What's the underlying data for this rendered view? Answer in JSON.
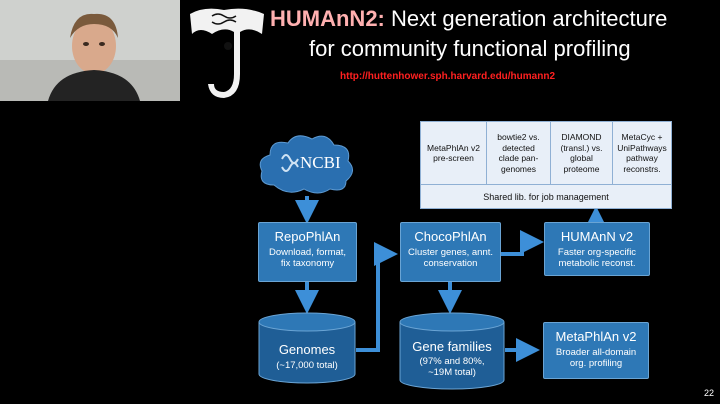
{
  "title": {
    "strong": "HUMAnN2:",
    "line1_rest": " Next generation architecture",
    "line2": "for community functional profiling"
  },
  "url": "http://huttenhower.sph.harvard.edu/humann2",
  "ncbi": "NCBI",
  "boxes": {
    "repophlan": {
      "title": "RepoPhlAn",
      "sub1": "Download, format,",
      "sub2": "fix taxonomy"
    },
    "chocophlan": {
      "title": "ChocoPhlAn",
      "sub1": "Cluster genes, annt.",
      "sub2": "conservation"
    },
    "humann": {
      "title": "HUMAnN v2",
      "sub1": "Faster org-specific",
      "sub2": "metabolic reconst."
    },
    "metaphlan": {
      "title": "MetaPhlAn v2",
      "sub1": "Broader all-domain",
      "sub2": "org. profiling"
    }
  },
  "cylinders": {
    "genomes": {
      "title": "Genomes",
      "sub1": "(~17,000 total)"
    },
    "genefamilies": {
      "title": "Gene families",
      "sub1": "(97% and 80%,",
      "sub2": "~19M total)"
    }
  },
  "pipeline": {
    "cells": [
      {
        "l1": "MetaPhlAn v2",
        "l2": "pre-screen",
        "l3": "",
        "l4": ""
      },
      {
        "l1": "bowtie2 vs.",
        "l2": "detected",
        "l3": "clade pan-",
        "l4": "genomes"
      },
      {
        "l1": "DIAMOND",
        "l2": "(transl.) vs.",
        "l3": "global",
        "l4": "proteome"
      },
      {
        "l1": "MetaCyc +",
        "l2": "UniPathways",
        "l3": "pathway",
        "l4": "reconstrs."
      }
    ],
    "shared": "Shared lib. for job management"
  },
  "page_number": "22",
  "colors": {
    "box_fill": "#2e78b6",
    "arrow": "#3d8fd8",
    "title_accent": "#ffb0b0",
    "url": "#ff2020"
  }
}
